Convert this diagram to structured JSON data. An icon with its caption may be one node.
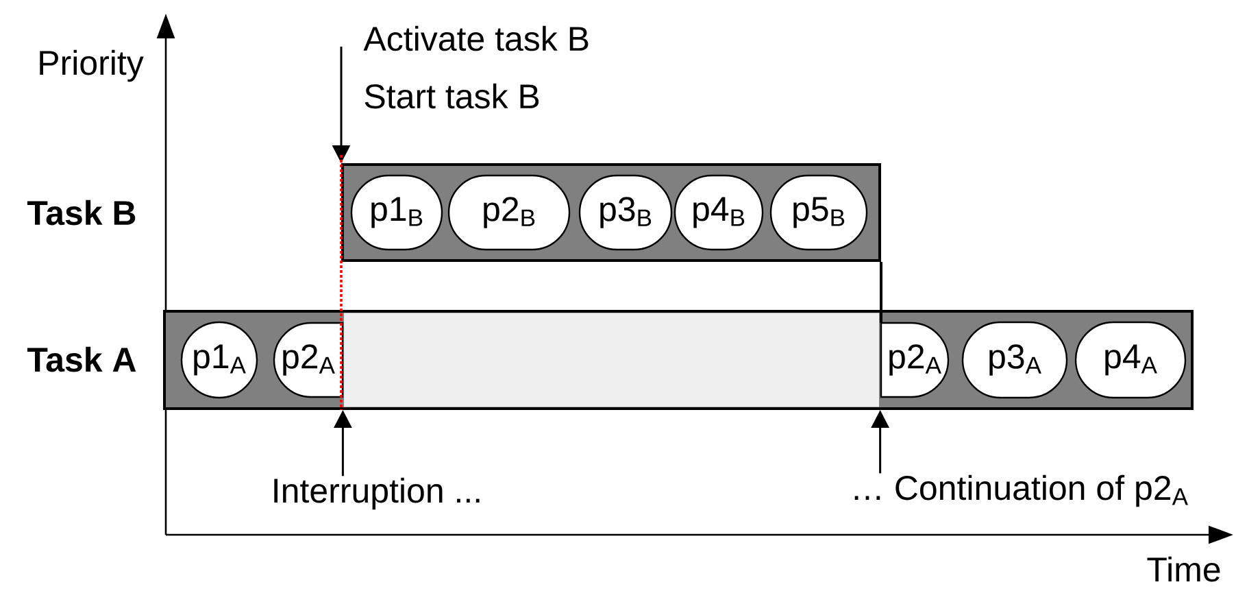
{
  "diagram": {
    "nodes": [
      {
        "text": [],
        "shape": "bar"
      },
      {
        "text": [
          "p1$_{B}$"
        ],
        "in": 0
      },
      {
        "text": [
          "p2$_{B}$"
        ],
        "in": 0
      },
      {
        "text": [
          "p3$_{B}$"
        ],
        "in": 0
      },
      {
        "text": [
          "p4$_{B}$"
        ],
        "in": 0
      },
      {
        "text": [
          "p5$_{B}$"
        ],
        "in": 0
      },
      {
        "text": [],
        "shape": "bar"
      },
      {
        "text": [
          "p1$_{A}$"
        ],
        "in": 6
      },
      {
        "text": [
          "p2$_{A}$"
        ],
        "in": 6
      },
      {
        "text": [],
        "shape": "box",
        "in": 6
      },
      {
        "text": [
          "p2$_{A}$"
        ],
        "in": 6
      },
      {
        "text": [
          "p3$_{A}$"
        ],
        "in": 6
      },
      {
        "text": [
          "p4$_{A}$"
        ],
        "in": 6
      },
      {
        "text": [
          "Interruption ..."
        ]
      },
      {
        "text": [
          "… Continuation of p2$_{A}$"
        ]
      }
    ],
    "edges": [
      {
        "from": null,
        "to": 0,
        "arrow": "to"
      },
      {
        "from": 0,
        "to": 6,
        "arrow": "none",
        "style": "dashed",
        "color": "#ff0000"
      },
      {
        "from": 0,
        "to": 10,
        "arrow": "none"
      },
      {
        "from": 13,
        "to": 6,
        "arrow": "to"
      },
      {
        "from": 14,
        "to": 6,
        "arrow": "to"
      }
    ],
    "labels": [
      "Priority",
      "Activate task B",
      "Start task B",
      "Task B",
      "Task A",
      "Time"
    ]
  }
}
